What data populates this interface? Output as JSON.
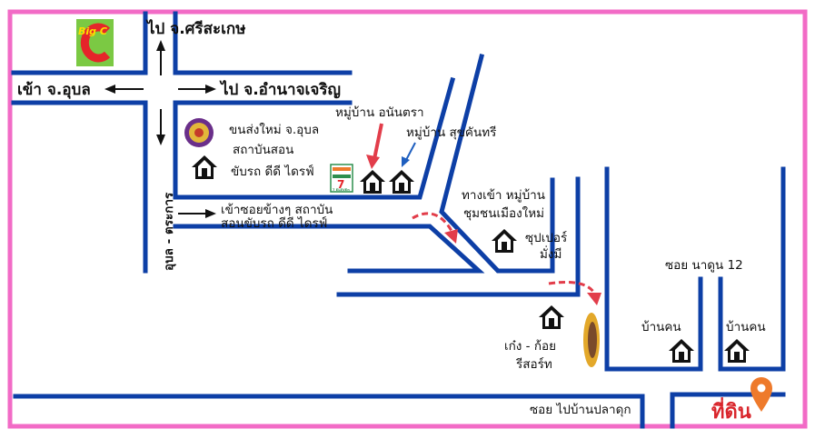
{
  "colors": {
    "border": "#f26bc6",
    "road": "#0d3fa6",
    "text": "#111111",
    "destination": "#d9262c",
    "red_arrow": "#e23d4a",
    "blue_arrow": "#1f5fbf",
    "pin": "#ee7a2b"
  },
  "landmarks": {
    "bigc_logo": "Big C",
    "to_sisaket": "ไป จ.ศรีสะเกษ",
    "into_ubon": "เข้า จ.อุบล",
    "to_amnat": "ไป จ.อำนาจเจริญ",
    "road_name": "อุบล - ตระการ",
    "transport_office_1": "ขนส่งใหม่ จ.อุบล",
    "transport_office_2": "สถาบันสอน",
    "transport_office_3": "ขับรถ ดีดี ไดรฟ์",
    "soi_entry_1": "เข้าซอยข้างๆ สถาบัน",
    "soi_entry_2": "สอนขับรถ ดีดี ไดรฟ์",
    "seven_eleven": "7 ELEVEn",
    "village_anantra": "หมู่บ้าน อนันตรา",
    "village_sukhan": "หมู่บ้าน สุขคันทรี",
    "new_village_1": "ทางเข้า หมู่บ้าน",
    "new_village_2": "ชุมชนเมืองใหม่",
    "supermarket_1": "ซุปเปอร์",
    "supermarket_2": "มั่งมี",
    "resort_1": "เก๋ง - ก้อย",
    "resort_2": "รีสอร์ท",
    "soi_nadun": "ซอย นาดูน 12",
    "house_left": "บ้านคน",
    "house_right": "บ้านคน",
    "soi_pladuk": "ซอย ไปบ้านปลาดุก",
    "destination": "ที่ดิน"
  },
  "icons": [
    "bigc-logo-icon",
    "garuda-seal-icon",
    "seven-eleven-logo-icon",
    "house-icon",
    "location-pin-icon",
    "arrow-icon",
    "trees-icon"
  ]
}
